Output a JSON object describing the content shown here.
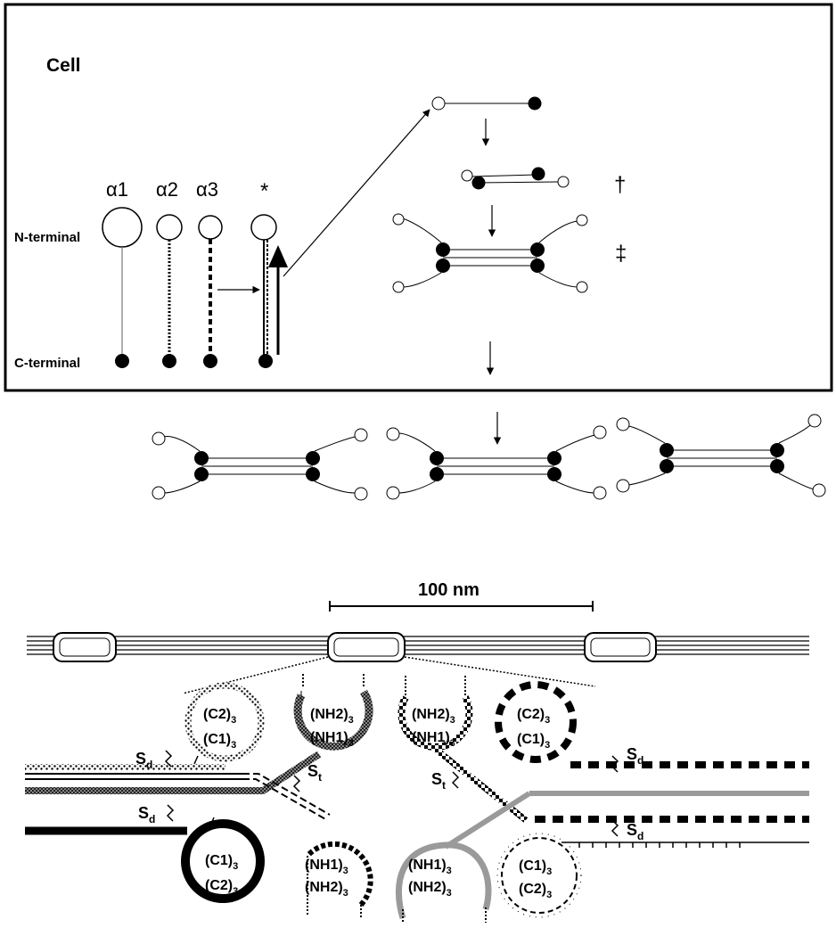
{
  "top": {
    "cell_label": "Cell",
    "n_terminal": "N-terminal",
    "c_terminal": "C-terminal",
    "chains": [
      "α1",
      "α2",
      "α3",
      "*"
    ],
    "dagger": "†",
    "double_dagger": "‡"
  },
  "bottom": {
    "scale": "100 nm",
    "domains": {
      "c2": "(C2)",
      "c1": "(C1)",
      "nh2": "(NH2)",
      "nh1": "(NH1)",
      "sub": "3"
    },
    "sd": "S",
    "sd_sub": "d",
    "st": "S",
    "st_sub": "t"
  }
}
